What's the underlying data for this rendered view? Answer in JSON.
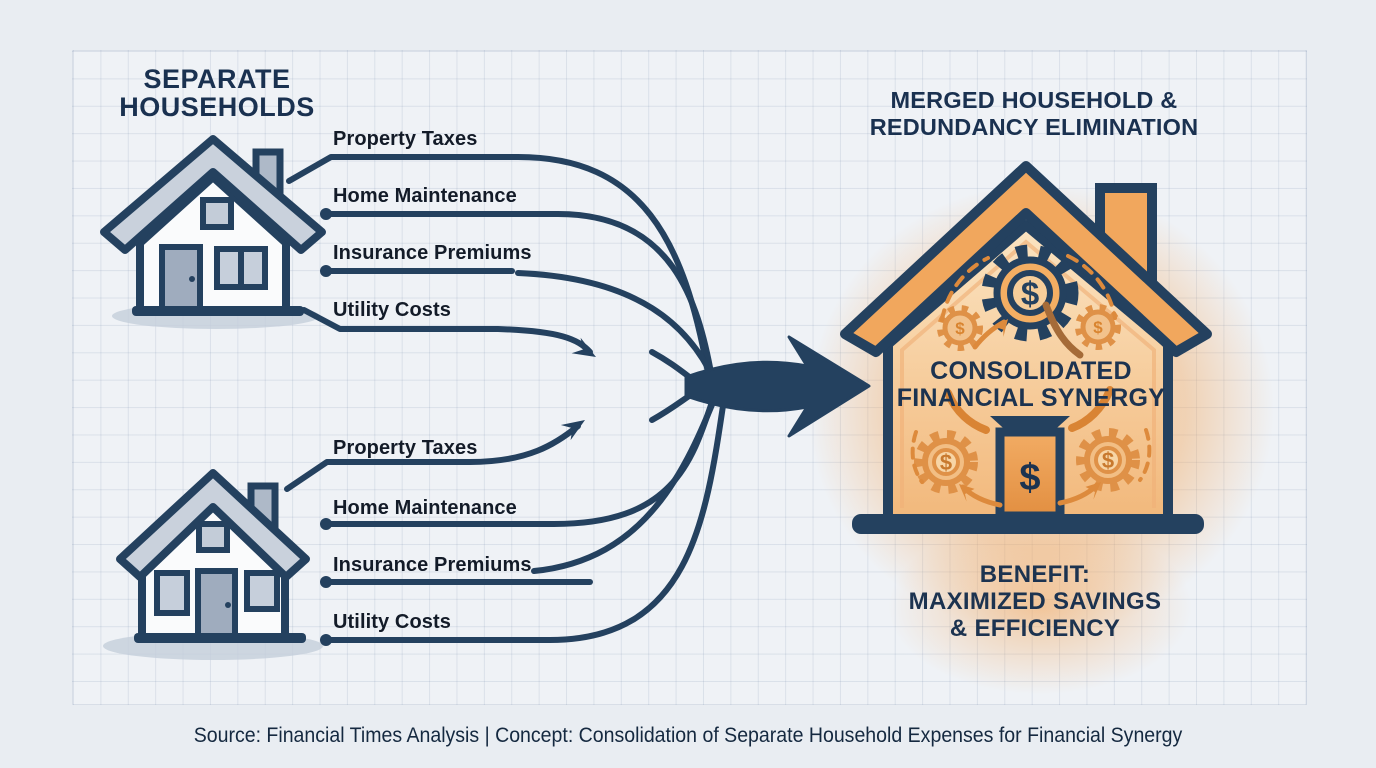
{
  "titles": {
    "separate_line1": "SEPARATE",
    "separate_line2": "HOUSEHOLDS",
    "merged_line1": "MERGED HOUSEHOLD &",
    "merged_line2": "REDUNDANCY ELIMINATION",
    "consolidated_line1": "CONSOLIDATED",
    "consolidated_line2": "FINANCIAL SYNERGY",
    "benefit_line1": "BENEFIT:",
    "benefit_line2": "MAXIMIZED SAVINGS",
    "benefit_line3": "& EFFICIENCY"
  },
  "household1": {
    "expenses": [
      "Property Taxes",
      "Home Maintenance",
      "Insurance Premiums",
      "Utility Costs"
    ]
  },
  "household2": {
    "expenses": [
      "Property Taxes",
      "Home Maintenance",
      "Insurance Premiums",
      "Utility Costs"
    ]
  },
  "caption": "Source: Financial Times Analysis | Concept: Consolidation of Separate Household Expenses for Financial Synergy",
  "glyphs": {
    "dollar": "$"
  },
  "colors": {
    "navy": "#24415F",
    "heading_navy": "#1A3150",
    "orange_roof": "#F1A75D",
    "orange_gear": "#DF9147",
    "glow": "#F3A252",
    "grid_bg": "#EFF2F6",
    "page_bg": "#E9EDF2"
  }
}
